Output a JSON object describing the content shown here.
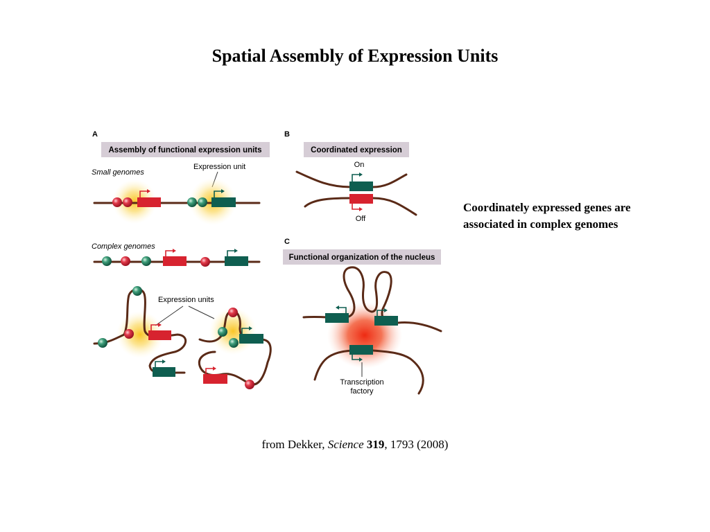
{
  "title": "Spatial Assembly of Expression Units",
  "figure": {
    "panel_a": {
      "letter": "A",
      "header": "Assembly of functional expression units",
      "small_genomes_label": "Small genomes",
      "expression_unit_label": "Expression unit",
      "complex_genomes_label": "Complex genomes",
      "expression_units_label": "Expression units"
    },
    "panel_b": {
      "letter": "B",
      "header": "Coordinated expression",
      "on_label": "On",
      "off_label": "Off"
    },
    "panel_c": {
      "letter": "C",
      "header": "Functional organization of the nucleus",
      "factory_label_line1": "Transcription",
      "factory_label_line2": "factory"
    },
    "colors": {
      "red_gene": "#d7232f",
      "green_gene": "#0f5e50",
      "dna": "#5a2a17",
      "header_bg": "#d6cdd6",
      "glow_yellow": "#f7d23a",
      "factory_red": "#ef3b1e"
    }
  },
  "caption": {
    "line1": "Coordinately expressed genes are",
    "line2": "associated in complex genomes"
  },
  "citation": {
    "prefix": "from Dekker, ",
    "journal": "Science",
    "volume": "319",
    "suffix": ", 1793 (2008)"
  }
}
